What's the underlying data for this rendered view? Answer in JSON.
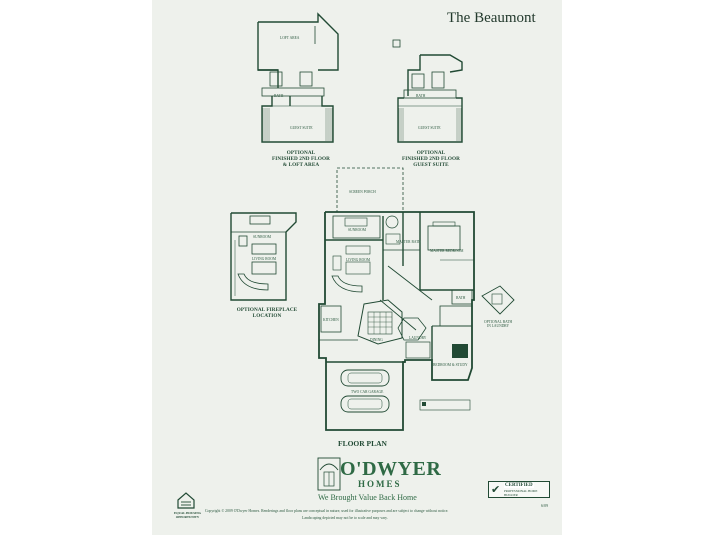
{
  "document": {
    "title": "The Beaumont",
    "captions": {
      "loft_option": [
        "OPTIONAL",
        "FINISHED 2ND FLOOR",
        "& LOFT AREA"
      ],
      "guest_option": [
        "OPTIONAL",
        "FINISHED 2ND FLOOR",
        "GUEST SUITE"
      ],
      "fireplace_option": [
        "OPTIONAL FIREPLACE",
        "LOCATION"
      ],
      "floor_plan": "FLOOR PLAN"
    },
    "room_labels": {
      "loft_area": "LOFT AREA",
      "guest_suite_a": "GUEST SUITE",
      "guest_suite_b": "GUEST SUITE",
      "bath_a": "BATH",
      "bath_b": "BATH",
      "sunroom": "SUNROOM",
      "sunroom_opt": "SUNROOM",
      "living_room": "LIVING ROOM",
      "living_room_opt": "LIVING ROOM",
      "kitchen": "KITCHEN",
      "dining": "DINING",
      "master_bedroom": "MASTER BEDROOM",
      "master_bath": "MASTER BATH",
      "bedroom_study": "BEDROOM & STUDY",
      "bath_main": "BATH",
      "laundry": "LAUNDRY",
      "two_car_garage": "TWO CAR GARAGE",
      "screen_porch": "SCREEN PORCH",
      "optional_bath": [
        "OPTIONAL BATH",
        "IN LAUNDRY"
      ]
    },
    "brand": {
      "name": "O'DWYER",
      "sub": "HOMES",
      "tagline": "We Brought Value Back Home"
    },
    "copyright": "Copyright © 2009 O'Dwyer Homes. Renderings and floor plans are conceptual in nature, used for illustrative purposes and are subject to change without notice.",
    "landscaping_note": "Landscaping depicted may not be to scale and may vary.",
    "equal_housing": [
      "EQUAL HOUSING",
      "OPPORTUNITY"
    ],
    "certified_badge": {
      "line1": "CERTIFIED",
      "line2": "PROFESSIONAL HOME BUILDER"
    },
    "doc_code": "6/09",
    "colors": {
      "ink": "#214a34",
      "sheet": "#eef1ec",
      "brand_green": "#2f6a45"
    }
  }
}
